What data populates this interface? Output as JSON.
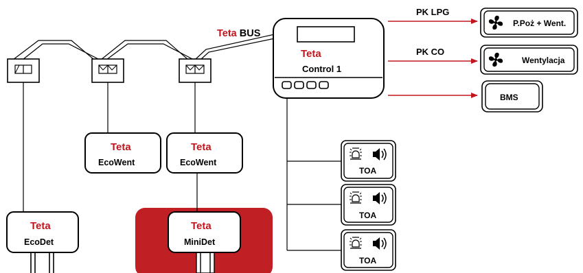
{
  "bus_label": {
    "prefix": "Teta",
    "suffix": " BUS"
  },
  "controller": {
    "brand": "Teta",
    "name": "Control 1"
  },
  "outputs": [
    {
      "signal": "PK LPG",
      "device": "P.Poż + Went.",
      "icon": "fan-icon"
    },
    {
      "signal": "PK CO",
      "device": "Wentylacja",
      "icon": "fan-icon"
    },
    {
      "signal": "",
      "device": "BMS",
      "icon": ""
    }
  ],
  "modules": [
    {
      "brand": "Teta",
      "name": "EcoWent"
    },
    {
      "brand": "Teta",
      "name": "EcoWent"
    }
  ],
  "detectors": [
    {
      "brand": "Teta",
      "name": "EcoDet"
    },
    {
      "brand": "Teta",
      "name": "MiniDet"
    }
  ],
  "signallers": [
    {
      "label": "TOA",
      "icons": [
        "beacon-icon",
        "speaker-icon"
      ]
    },
    {
      "label": "TOA",
      "icons": [
        "beacon-icon",
        "speaker-icon"
      ]
    },
    {
      "label": "TOA",
      "icons": [
        "beacon-icon",
        "speaker-icon"
      ]
    }
  ],
  "colors": {
    "brand_red": "#C0161E",
    "highlight_red": "#C01F24",
    "line": "#000000"
  }
}
